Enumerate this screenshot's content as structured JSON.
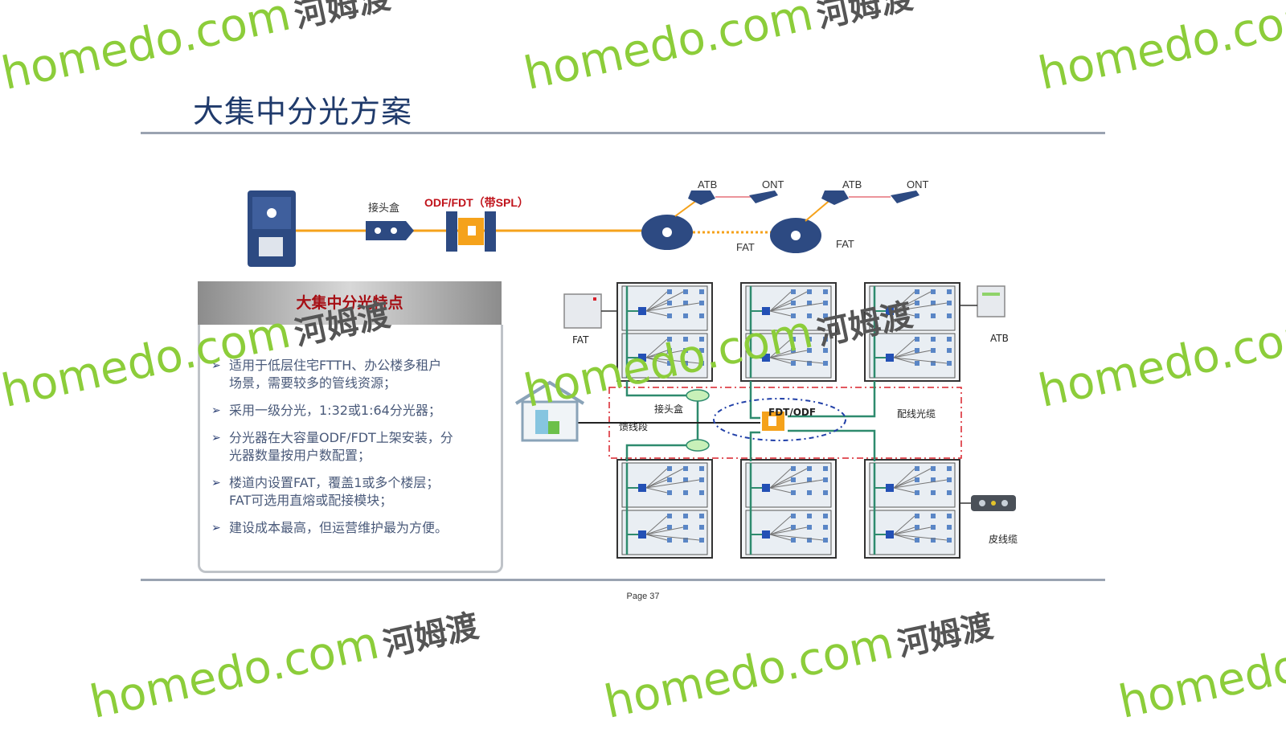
{
  "title": "大集中分光方案",
  "top_diagram": {
    "splice_box_label": "接头盒",
    "odf_label": "ODF/FDT（带SPL）",
    "atb1": "ATB",
    "ont1": "ONT",
    "atb2": "ATB",
    "ont2": "ONT",
    "fat1": "FAT",
    "fat2": "FAT"
  },
  "panel": {
    "header": "大集中分光特点",
    "bullets": [
      {
        "line1": "适用于低层住宅FTTH、办公楼多租户",
        "line2": "场景，需要较多的管线资源；"
      },
      {
        "line1": "采用一级分光，1:32或1:64分光器；",
        "line2": ""
      },
      {
        "line1": "分光器在大容量ODF/FDT上架安装，分",
        "line2": "光器数量按用户数配置；"
      },
      {
        "line1": "楼道内设置FAT，覆盖1或多个楼层；",
        "line2": "FAT可选用直熔或配接模块；"
      },
      {
        "line1": "建设成本最高，但运营维护最为方便。",
        "line2": ""
      }
    ]
  },
  "building_diagram": {
    "fat": "FAT",
    "atb": "ATB",
    "splice_box": "接头盒",
    "fdt_odf": "FDT/ODF",
    "feeder_segment": "馈线段",
    "distribution_cable": "配线光缆",
    "drop_cable": "皮线缆"
  },
  "page_label": "Page 37",
  "watermark": {
    "en": "homedo.com",
    "zh": "河姆渡"
  },
  "colors": {
    "title": "#1f3a6b",
    "accent_red": "#c0121a",
    "fiber_orange": "#f5a21b",
    "green_line": "#2e8b6e",
    "watermark_green": "#8ccd3a"
  }
}
